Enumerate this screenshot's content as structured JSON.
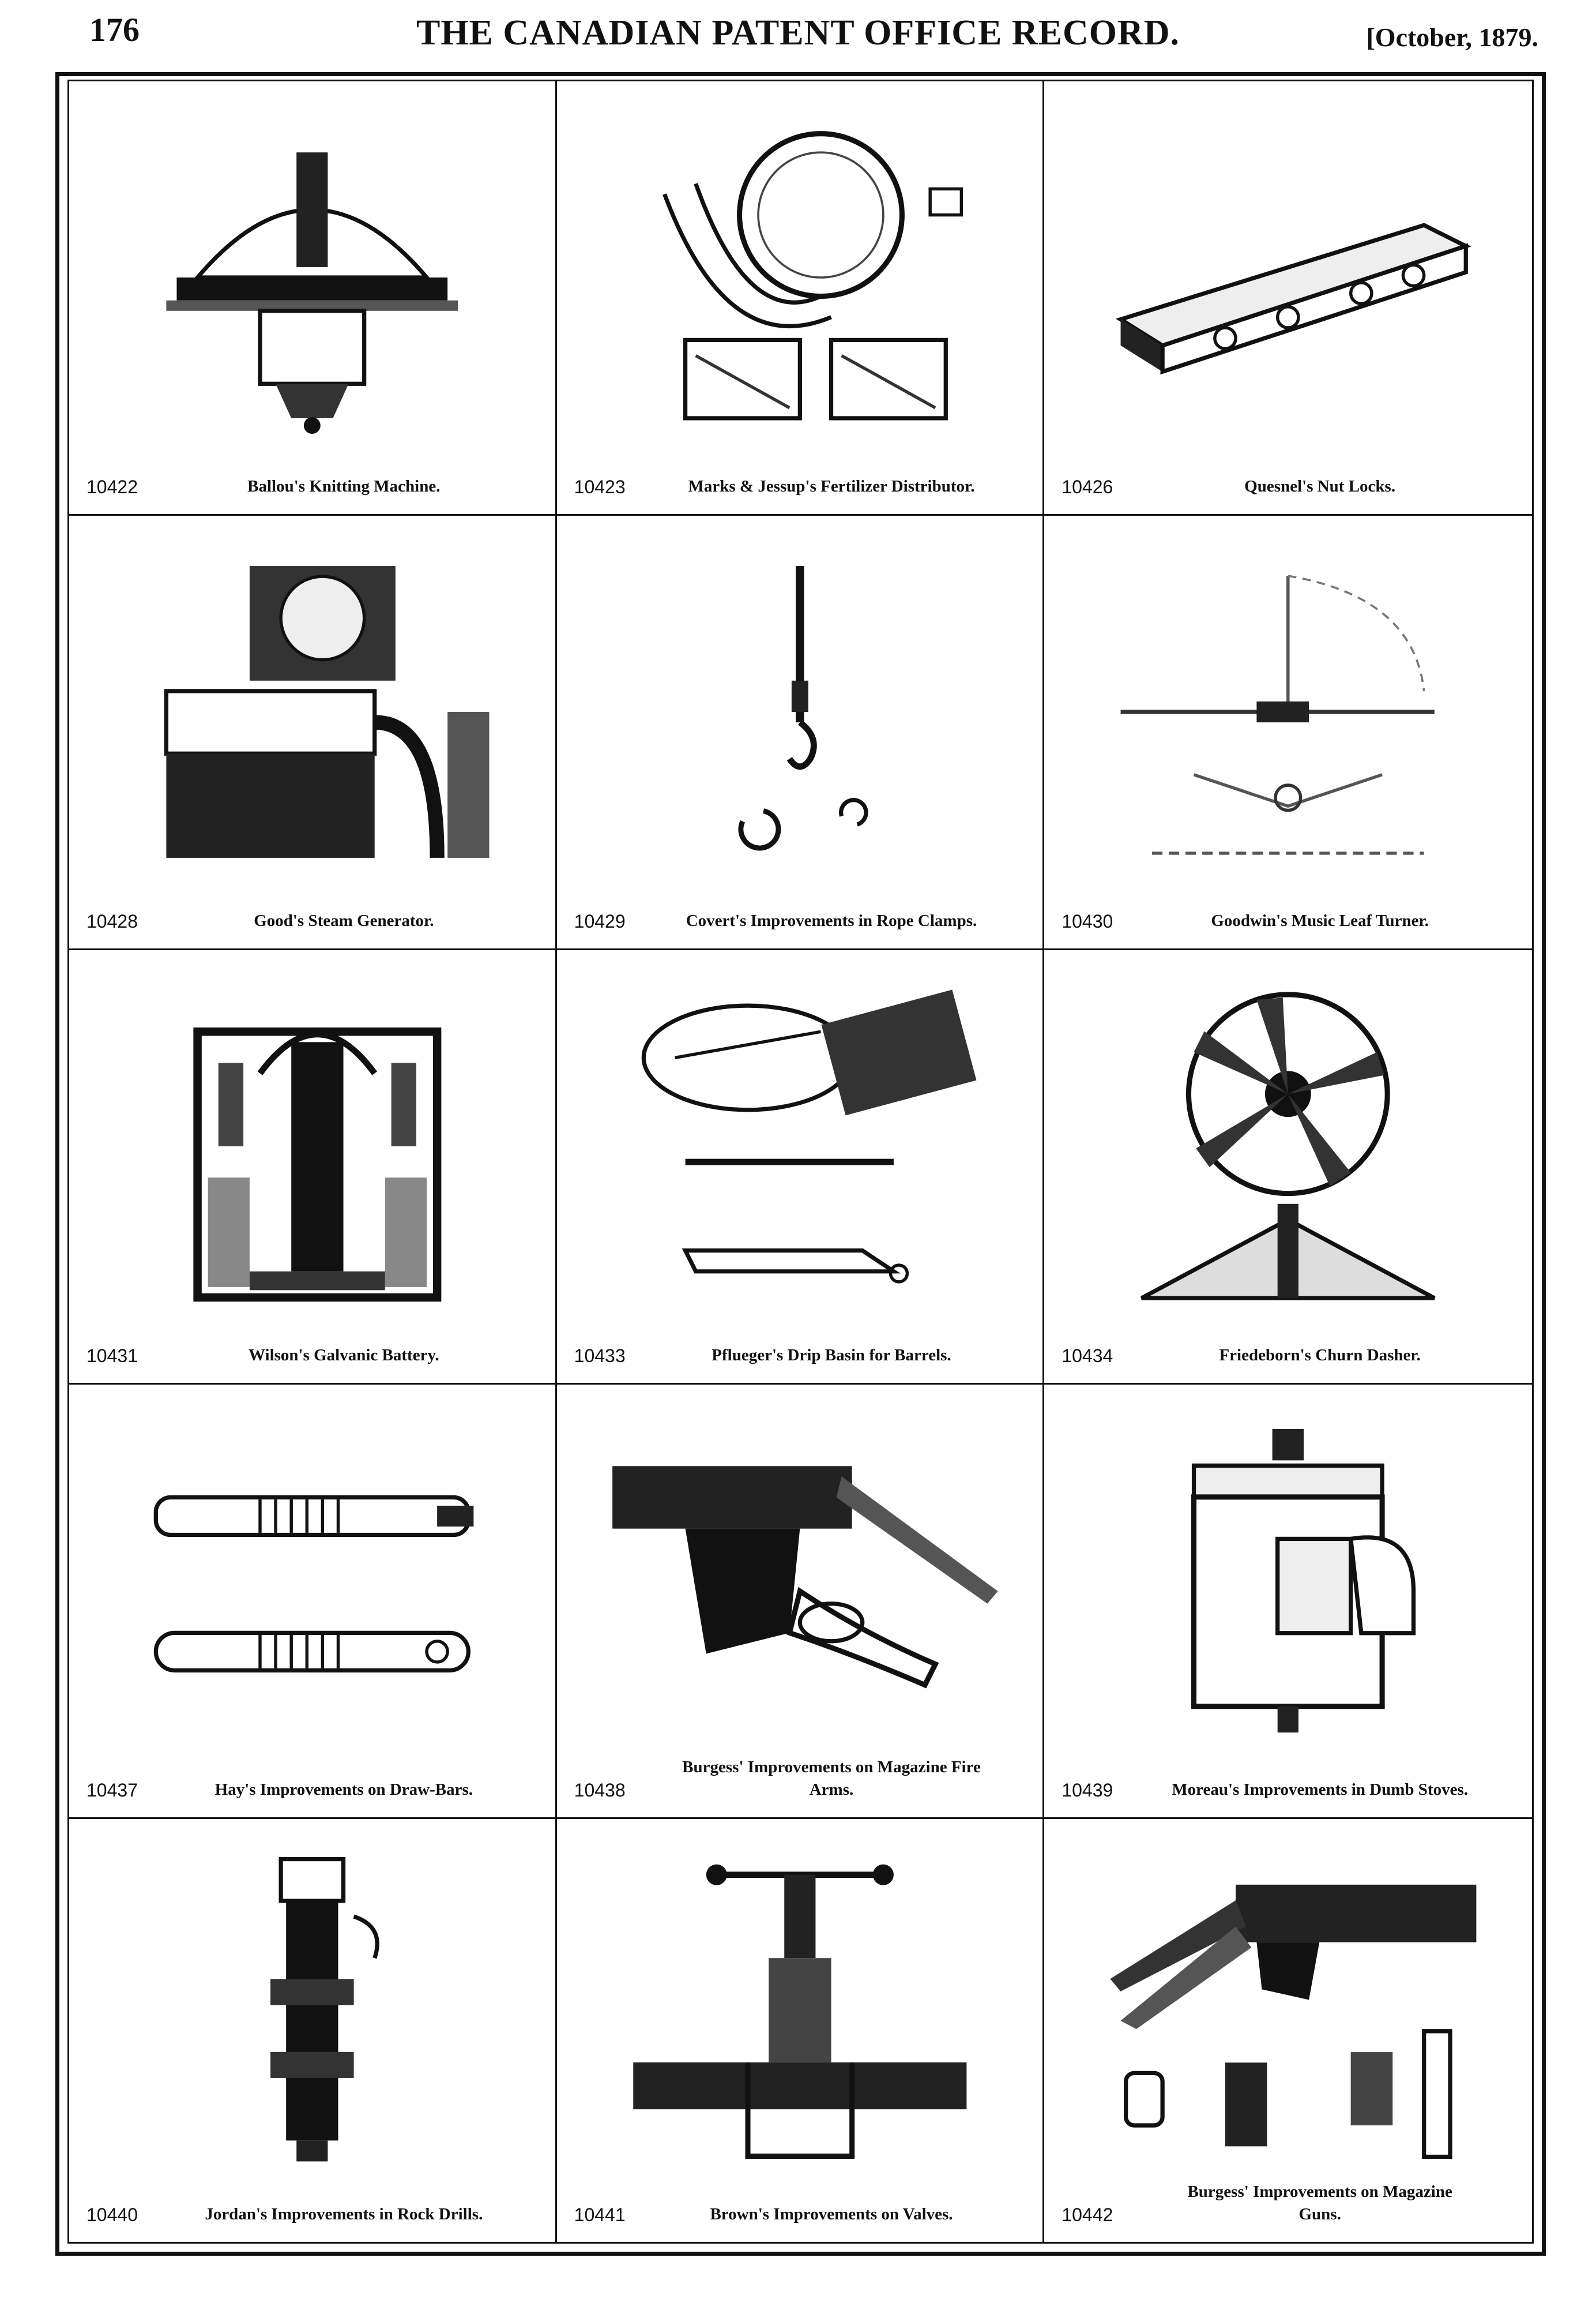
{
  "header": {
    "page_number": "176",
    "journal_title": "THE CANADIAN PATENT OFFICE RECORD.",
    "issue_date": "[October, 1879."
  },
  "patents": [
    {
      "number": "10422",
      "title": "Ballou's Knitting Machine.",
      "icon": "knitting-machine-drawing"
    },
    {
      "number": "10423",
      "title": "Marks & Jessup's Fertilizer Distributor.",
      "icon": "fertilizer-distributor-drawing"
    },
    {
      "number": "10426",
      "title": "Quesnel's Nut Locks.",
      "icon": "nut-lock-drawing"
    },
    {
      "number": "10428",
      "title": "Good's Steam Generator.",
      "icon": "steam-generator-drawing"
    },
    {
      "number": "10429",
      "title": "Covert's Improvements in Rope Clamps.",
      "icon": "rope-clamp-drawing"
    },
    {
      "number": "10430",
      "title": "Goodwin's Music Leaf Turner.",
      "icon": "music-leaf-turner-drawing"
    },
    {
      "number": "10431",
      "title": "Wilson's Galvanic Battery.",
      "icon": "galvanic-battery-drawing"
    },
    {
      "number": "10433",
      "title": "Pflueger's Drip Basin for Barrels.",
      "icon": "drip-basin-drawing"
    },
    {
      "number": "10434",
      "title": "Friedeborn's Churn Dasher.",
      "icon": "churn-dasher-drawing"
    },
    {
      "number": "10437",
      "title": "Hay's Improvements on Draw-Bars.",
      "icon": "draw-bar-drawing"
    },
    {
      "number": "10438",
      "title": "Burgess' Improvements on Magazine Fire Arms.",
      "icon": "magazine-firearm-drawing"
    },
    {
      "number": "10439",
      "title": "Moreau's Improvements in Dumb Stoves.",
      "icon": "dumb-stove-drawing"
    },
    {
      "number": "10440",
      "title": "Jordan's Improvements in Rock Drills.",
      "icon": "rock-drill-drawing"
    },
    {
      "number": "10441",
      "title": "Brown's Improvements on Valves.",
      "icon": "valve-drawing"
    },
    {
      "number": "10442",
      "title": "Burgess' Improvements on Magazine Guns.",
      "icon": "magazine-gun-drawing"
    }
  ]
}
